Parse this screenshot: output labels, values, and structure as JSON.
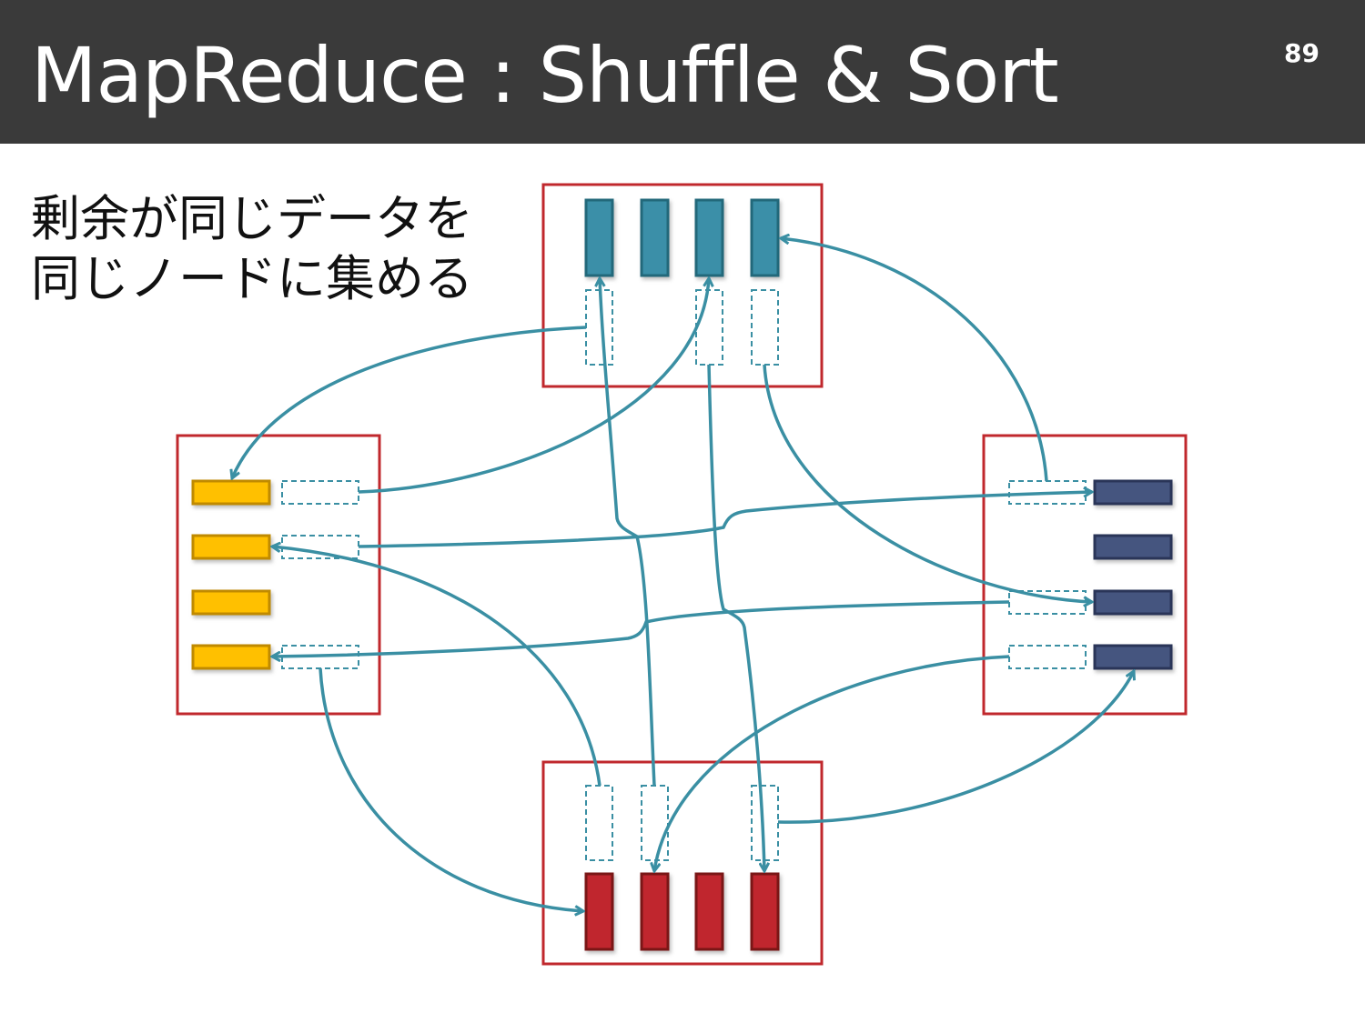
{
  "slide": {
    "title": "MapReduce : Shuffle & Sort",
    "page_number": "89"
  },
  "caption": {
    "line1": "剰余が同じデータを",
    "line2": "同じノードに集める"
  },
  "colors": {
    "header_bg": "#3a3a3a",
    "node_border": "#c0282d",
    "arrow": "#3a8fa3",
    "top_node_blocks": "#3a8fa8",
    "left_node_blocks": "#ffc000",
    "right_node_blocks": "#44547f",
    "bottom_node_blocks": "#c0282d"
  },
  "diagram": {
    "nodes": [
      {
        "name": "top",
        "block_count": 4
      },
      {
        "name": "left",
        "block_count": 4
      },
      {
        "name": "right",
        "block_count": 4
      },
      {
        "name": "bottom",
        "block_count": 4
      }
    ]
  }
}
